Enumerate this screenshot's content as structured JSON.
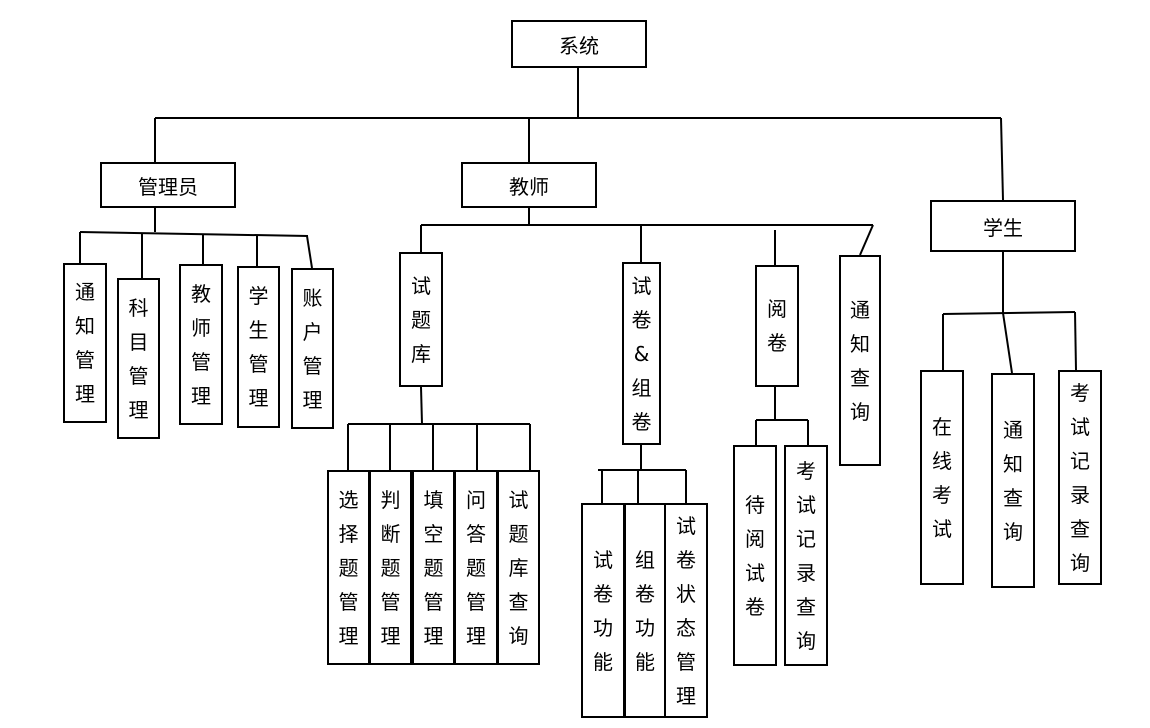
{
  "root": "系统",
  "roles": {
    "admin": "管理员",
    "teacher": "教师",
    "student": "学生"
  },
  "admin_items": [
    "通知管理",
    "科目管理",
    "教师管理",
    "学生管理",
    "账户管理"
  ],
  "teacher_items": {
    "bank": "试题库",
    "exam": "试卷&组卷",
    "review": "阅卷",
    "notice": "通知查询"
  },
  "bank_items": [
    "选择题管理",
    "判断题管理",
    "填空题管理",
    "问答题管理",
    "试题库查询"
  ],
  "exam_items": [
    "试卷功能",
    "组卷功能",
    "试卷状态管理"
  ],
  "review_items": [
    "待阅试卷",
    "考试记录查询"
  ],
  "student_items": [
    "在线考试",
    "通知查询",
    "考试记录查询"
  ]
}
